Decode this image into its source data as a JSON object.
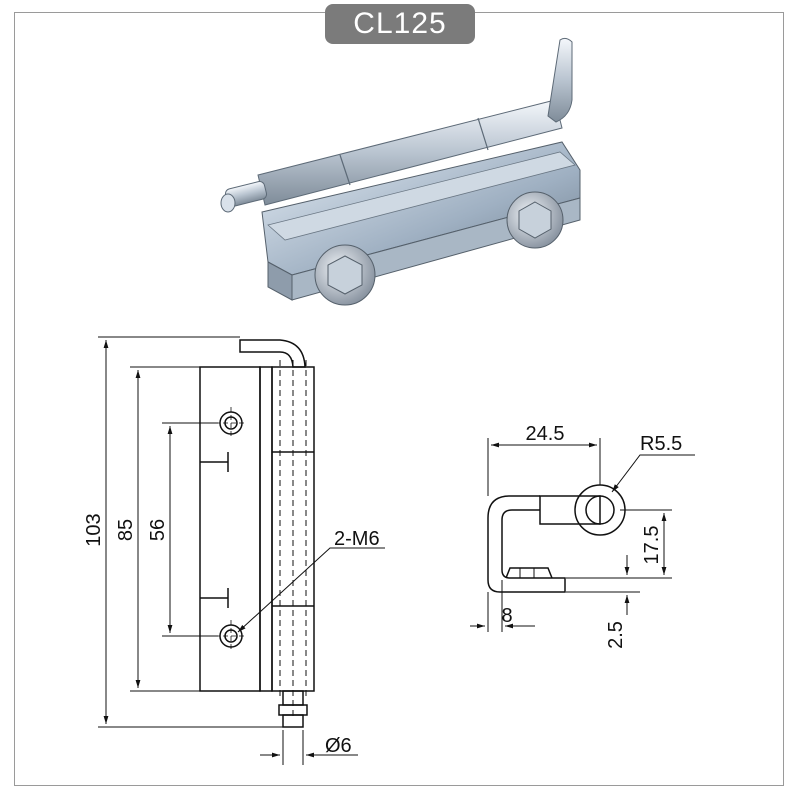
{
  "model": "CL125",
  "front_view": {
    "overall_height": "103",
    "body_height": "85",
    "hole_spacing": "56",
    "thread_callout": "2-M6",
    "pin_diameter": "Ø6"
  },
  "side_view": {
    "handle_width": "24.5",
    "radius": "R5.5",
    "handle_height": "17.5",
    "leaf_offset": "8",
    "gap": "2.5"
  }
}
